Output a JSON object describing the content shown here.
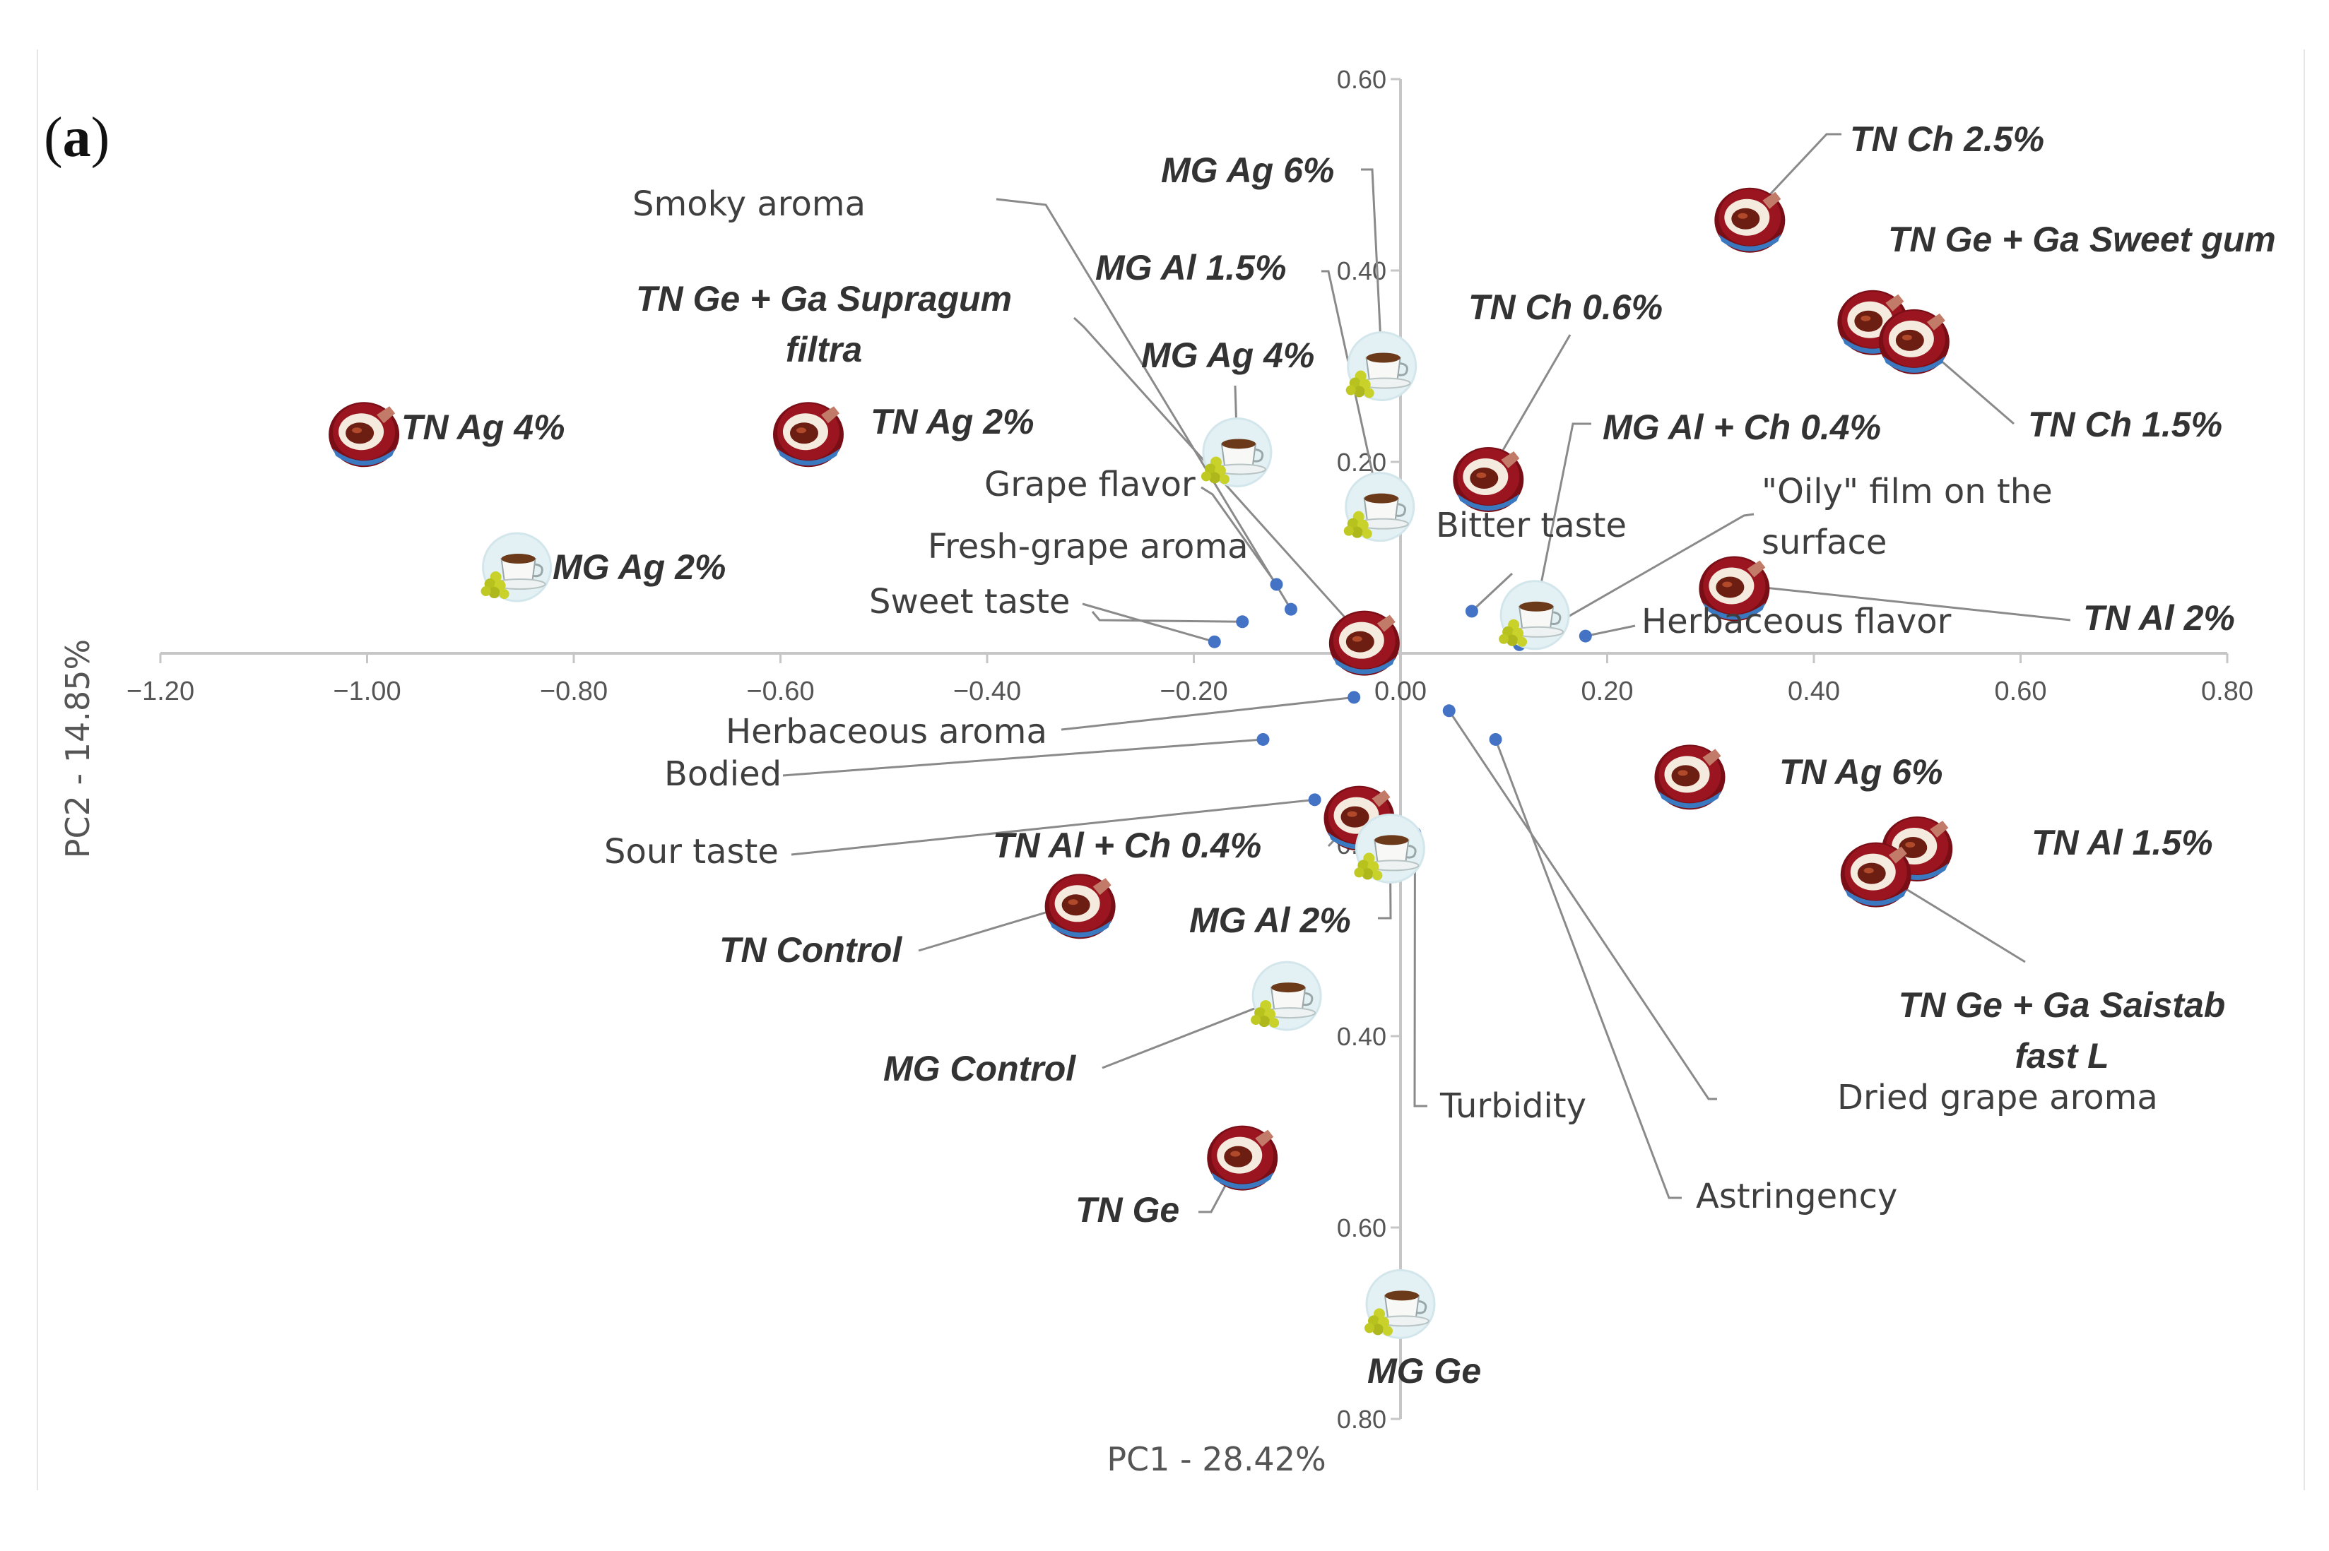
{
  "panel_label": {
    "open": "(",
    "letter": "a",
    "close": ")"
  },
  "chart_data": {
    "type": "scatter",
    "title": "",
    "xlabel": "PC1 - 28.42%",
    "ylabel": "PC2 - 14.85%",
    "xlim": [
      -1.2,
      0.8
    ],
    "ylim": [
      -0.8,
      0.6
    ],
    "x_ticks": [
      {
        "value": -1.2,
        "label": "−1.20"
      },
      {
        "value": -1.0,
        "label": "−1.00"
      },
      {
        "value": -0.8,
        "label": "−0.80"
      },
      {
        "value": -0.6,
        "label": "−0.60"
      },
      {
        "value": -0.4,
        "label": "−0.40"
      },
      {
        "value": -0.2,
        "label": "−0.20"
      },
      {
        "value": 0.0,
        "label": "0.00"
      },
      {
        "value": 0.2,
        "label": "0.20"
      },
      {
        "value": 0.4,
        "label": "0.40"
      },
      {
        "value": 0.6,
        "label": "0.60"
      },
      {
        "value": 0.8,
        "label": "0.80"
      }
    ],
    "y_ticks": [
      {
        "value": 0.6,
        "label": "0.60"
      },
      {
        "value": 0.4,
        "label": "0.40"
      },
      {
        "value": 0.2,
        "label": "0.20"
      },
      {
        "value": 0.0,
        "label": "0.00"
      },
      {
        "value": -0.2,
        "label": "0.20"
      },
      {
        "value": -0.4,
        "label": "0.40"
      },
      {
        "value": -0.6,
        "label": "0.60"
      },
      {
        "value": -0.8,
        "label": "0.80"
      }
    ],
    "grid": false,
    "colors": {
      "axis": "#c6c6c6",
      "tick_text": "#555555",
      "variable_point": "#4472c4",
      "variable_text": "#3f3f3f",
      "sample_text": "#333333",
      "leader": "#8a8a8a",
      "wine": "#9b1520",
      "wine_rim": "#7a0e16",
      "glass": "#d7eaf0",
      "grape": "#c9d22a",
      "tea": "#6b3a1a"
    },
    "series": [
      {
        "name": "",
        "marker": "dot",
        "points": [
          {
            "label": "Smoky aroma",
            "x": -0.106,
            "y": 0.046
          },
          {
            "label": "Grape flavor",
            "x": -0.12,
            "y": 0.072
          },
          {
            "label": "Fresh-grape aroma",
            "x": -0.153,
            "y": 0.033
          },
          {
            "label": "Sweet taste",
            "x": -0.18,
            "y": 0.012
          },
          {
            "label": "Bitter taste",
            "x": 0.069,
            "y": 0.044
          },
          {
            "label": "\"Oily\" film on the surface",
            "x": 0.115,
            "y": 0.009
          },
          {
            "label": "Herbaceous flavor",
            "x": 0.179,
            "y": 0.018
          },
          {
            "label": "Herbaceous aroma",
            "x": -0.045,
            "y": -0.046
          },
          {
            "label": "Bodied",
            "x": -0.133,
            "y": -0.09
          },
          {
            "label": "Sour taste",
            "x": -0.083,
            "y": -0.153
          },
          {
            "label": "Turbidity",
            "x": 0.014,
            "y": -0.188
          },
          {
            "label": "Dried grape aroma",
            "x": 0.047,
            "y": -0.06
          },
          {
            "label": "Astringency",
            "x": 0.092,
            "y": -0.09
          }
        ]
      },
      {
        "name": "",
        "marker": "wine-glass",
        "points": [
          {
            "label": "TN Ch 2.5%",
            "x": 0.338,
            "y": 0.457
          },
          {
            "label": "TN Ge + Ga Sweet gum",
            "x": 0.457,
            "y": 0.35
          },
          {
            "label": "TN Ch 1.5%",
            "x": 0.497,
            "y": 0.33
          },
          {
            "label": "TN Ch 0.6%",
            "x": 0.085,
            "y": 0.186
          },
          {
            "label": "TN Al 2%",
            "x": 0.323,
            "y": 0.072
          },
          {
            "label": "TN Ag 4%",
            "x": -1.003,
            "y": 0.233
          },
          {
            "label": "TN Ag 2%",
            "x": -0.573,
            "y": 0.233
          },
          {
            "label": "TN Ag 6%",
            "x": 0.28,
            "y": -0.125
          },
          {
            "label": "TN Al 1.5%",
            "x": 0.5,
            "y": -0.2
          },
          {
            "label": "TN Ge + Ga Saistab fast L",
            "x": 0.46,
            "y": -0.227
          },
          {
            "label": "TN Ge + Ga Supragum filtra",
            "x": -0.035,
            "y": 0.015
          },
          {
            "label": "TN Al + Ch 0.4%",
            "x": -0.04,
            "y": -0.168
          },
          {
            "label": "TN Control",
            "x": -0.31,
            "y": -0.26
          },
          {
            "label": "TN Ge",
            "x": -0.153,
            "y": -0.523
          }
        ]
      },
      {
        "name": "",
        "marker": "grape-cup",
        "points": [
          {
            "label": "MG Ag 6%",
            "x": -0.018,
            "y": 0.3
          },
          {
            "label": "MG Al 1.5%",
            "x": -0.02,
            "y": 0.153
          },
          {
            "label": "MG Ag 4%",
            "x": -0.158,
            "y": 0.21
          },
          {
            "label": "MG Ag 2%",
            "x": -0.855,
            "y": 0.09
          },
          {
            "label": "MG Al + Ch 0.4%",
            "x": 0.13,
            "y": 0.04
          },
          {
            "label": "MG Al 2%",
            "x": -0.01,
            "y": -0.204
          },
          {
            "label": "MG Control",
            "x": -0.11,
            "y": -0.358
          },
          {
            "label": "MG Ge",
            "x": 0.0,
            "y": -0.68
          }
        ]
      }
    ]
  }
}
